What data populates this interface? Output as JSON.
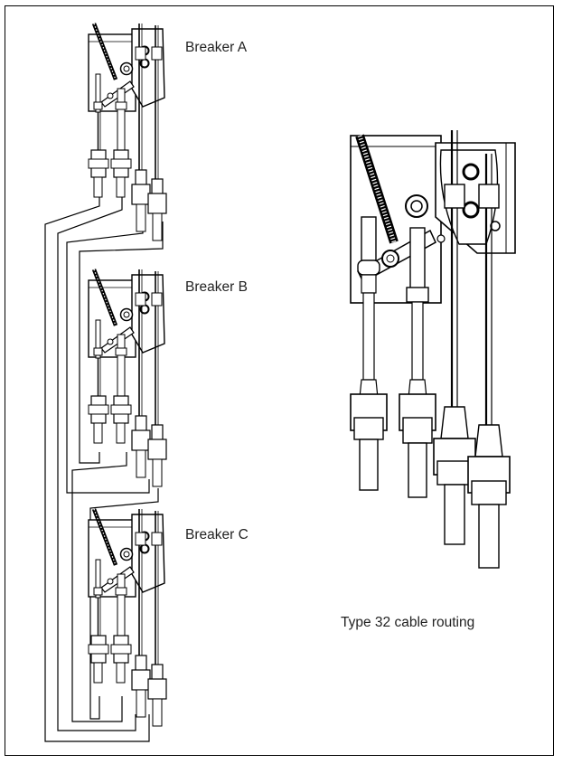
{
  "labels": {
    "breaker_a": "Breaker A",
    "breaker_b": "Breaker B",
    "breaker_c": "Breaker C",
    "caption": "Type 32 cable routing"
  },
  "colors": {
    "line": "#000000",
    "background": "#ffffff"
  }
}
